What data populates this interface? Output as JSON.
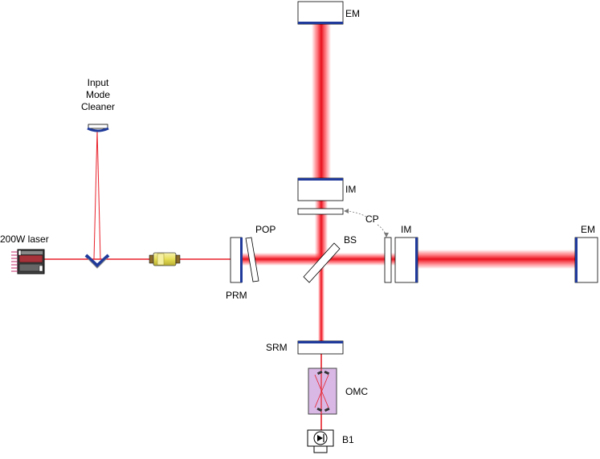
{
  "labels": {
    "laser": "200W laser",
    "imc_line1": "Input",
    "imc_line2": "Mode",
    "imc_line3": "Cleaner",
    "pop": "POP",
    "prm": "PRM",
    "bs": "BS",
    "cp": "CP",
    "im_vertical": "IM",
    "em_vertical": "EM",
    "im_horizontal": "IM",
    "em_horizontal": "EM",
    "srm": "SRM",
    "omc": "OMC",
    "photodiode": "B1"
  },
  "colors": {
    "beam": "#e8202a",
    "beam_glow": "#ff6b74",
    "mirror_coating": "#1f3a9a",
    "mirror_body": "#ffffff",
    "omc_fill": "#d9b8e6"
  }
}
